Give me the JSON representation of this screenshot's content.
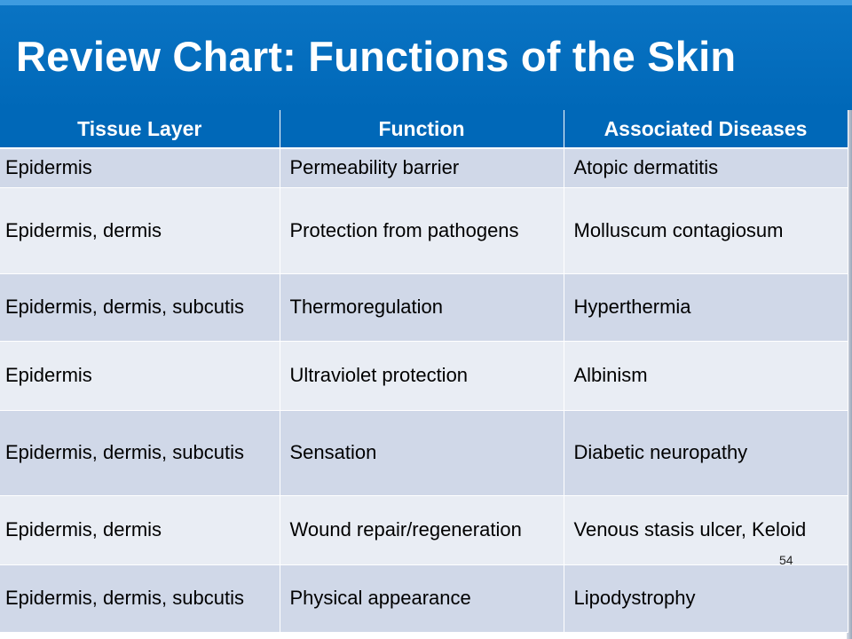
{
  "slide": {
    "title": "Review Chart: Functions of the Skin",
    "slide_number": "54"
  },
  "table": {
    "headers": [
      "Tissue Layer",
      "Function",
      "Associated Diseases"
    ],
    "rows": [
      [
        "Epidermis",
        "Permeability barrier",
        "Atopic dermatitis"
      ],
      [
        "Epidermis, dermis",
        "Protection from pathogens",
        "Molluscum contagiosum"
      ],
      [
        "Epidermis, dermis, subcutis",
        "Thermoregulation",
        "Hyperthermia"
      ],
      [
        "Epidermis",
        "Ultraviolet protection",
        "Albinism"
      ],
      [
        "Epidermis, dermis, subcutis",
        "Sensation",
        "Diabetic neuropathy"
      ],
      [
        "Epidermis, dermis",
        "Wound repair/regeneration",
        "Venous stasis ulcer, Keloid"
      ],
      [
        "Epidermis, dermis, subcutis",
        "Physical appearance",
        "Lipodystrophy"
      ]
    ]
  },
  "colors": {
    "header_blue": "#0068b8",
    "row_dark": "#d0d8e8",
    "row_light": "#e9edf4"
  }
}
